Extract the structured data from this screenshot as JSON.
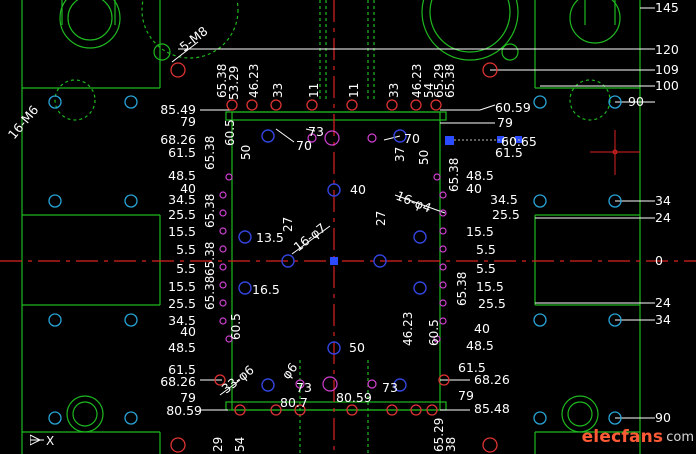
{
  "view": {
    "labels_right": [
      "145",
      "120",
      "109",
      "100",
      "90",
      "34",
      "24",
      "0",
      "24",
      "34",
      "90"
    ],
    "labels_left": [
      "85.49",
      "79",
      "68.26",
      "61.5",
      "48.5",
      "40",
      "34.5",
      "25.5",
      "15.5",
      "5.5",
      "5.5",
      "15.5",
      "25.5",
      "34.5",
      "40",
      "48.5",
      "61.5",
      "68.26",
      "79",
      "80.59"
    ],
    "labels_inner_right": [
      "60.59",
      "79",
      "61.5",
      "48.5",
      "40",
      "34.5",
      "25.5",
      "15.5",
      "5.5",
      "5.5",
      "15.5",
      "25.5",
      "40",
      "48.5",
      "61.5",
      "68.26",
      "79",
      "85.48"
    ],
    "top_vertical": [
      "65.38",
      "53.29",
      "46.23",
      "33",
      "11",
      "11",
      "33",
      "46.23",
      "54",
      "65.29",
      "65.38"
    ],
    "bottom_vertical": [
      "29",
      "54",
      "65.29",
      "38"
    ],
    "side_vertical_left": [
      "65.38",
      "60.5",
      "50",
      "65.38",
      "65.38",
      "65.38",
      "60.5"
    ],
    "side_vertical_right": [
      "50",
      "65.38",
      "65.38",
      "60.5"
    ],
    "misc": {
      "m8": "5-M8",
      "m6": "16-M6",
      "phi7": "16-φ7",
      "phi4": "16-φ4",
      "phi6a": "33-φ6",
      "phi6b": "φ6",
      "d73a": "73",
      "d70a": "70",
      "d70b": "70",
      "d73b": "73",
      "d73c": "73",
      "d37": "37",
      "d40c": "40",
      "d27a": "27",
      "d27b": "27",
      "d13": "13.5",
      "d16": "16.5",
      "d50c": "50",
      "d4623": "46.23",
      "d8059": "80.59",
      "d807": "80.7",
      "d6065": "60.65"
    },
    "axis_label": "X"
  },
  "watermark": {
    "brand": "elecfans",
    "site": "com"
  },
  "colors": {
    "background": "#000000",
    "geometry": "#1fb81f",
    "centerlines": "#d22222",
    "holes_cyan": "#29a3d6",
    "holes_magenta": "#d040d0",
    "selection": "#2a4bff"
  }
}
